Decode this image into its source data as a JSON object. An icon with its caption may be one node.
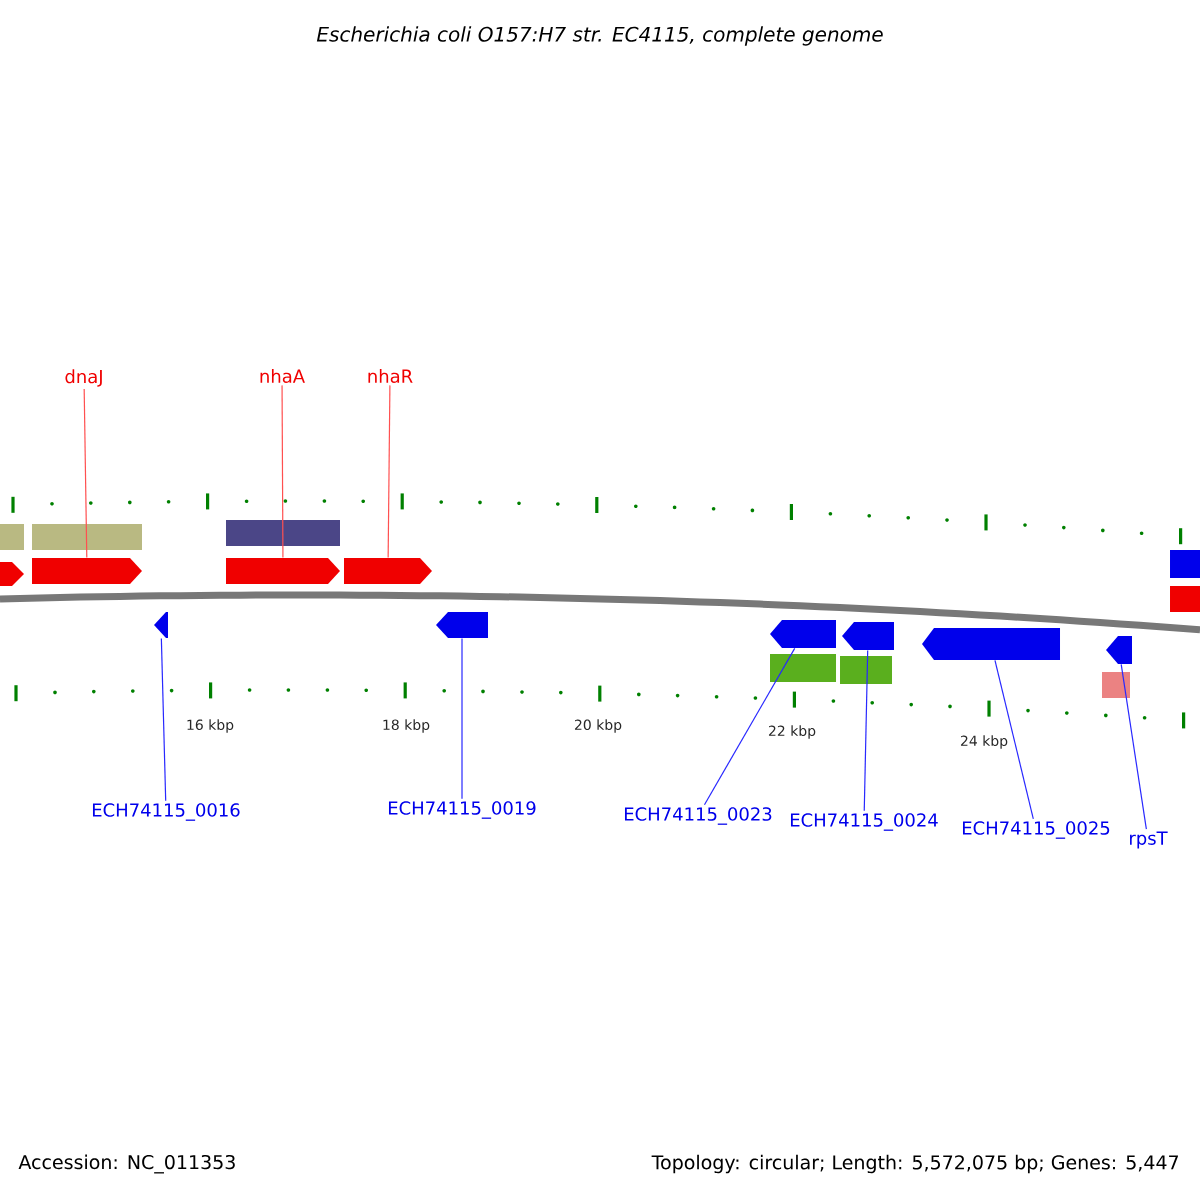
{
  "diagram": {
    "title": "Escherichia coli O157:H7 str. EC4115, complete genome",
    "nodes": [
      {
        "text": [
          "dnaJ"
        ]
      },
      {
        "text": [
          "nhaA"
        ]
      },
      {
        "text": [
          "nhaR"
        ]
      },
      {
        "text": [],
        "shape": "arrow"
      },
      {
        "text": [],
        "shape": "arrow"
      },
      {
        "text": [],
        "shape": "arrow"
      },
      {
        "text": [],
        "shape": "arrow"
      },
      {
        "text": [],
        "shape": "arrow"
      },
      {
        "text": [],
        "shape": "arrow"
      },
      {
        "text": [],
        "shape": "arrow"
      },
      {
        "text": [],
        "shape": "arrow"
      },
      {
        "text": [],
        "shape": "arrow"
      },
      {
        "text": [
          "ECH74115_0016"
        ]
      },
      {
        "text": [
          "ECH74115_0019"
        ]
      },
      {
        "text": [
          "ECH74115_0023"
        ]
      },
      {
        "text": [
          "ECH74115_0024"
        ]
      },
      {
        "text": [
          "ECH74115_0025"
        ]
      },
      {
        "text": [
          "rpsT"
        ]
      }
    ],
    "edges": [
      {
        "from": 0,
        "to": 3,
        "arrow": "none",
        "color": "#ff5050"
      },
      {
        "from": 1,
        "to": 4,
        "arrow": "none",
        "color": "#ff5050"
      },
      {
        "from": 2,
        "to": 5,
        "arrow": "none",
        "color": "#ff5050"
      },
      {
        "from": 12,
        "to": 6,
        "arrow": "none"
      },
      {
        "from": 13,
        "to": 7,
        "arrow": "none"
      },
      {
        "from": 14,
        "to": 8,
        "arrow": "none"
      },
      {
        "from": 15,
        "to": 9,
        "arrow": "none"
      },
      {
        "from": 16,
        "to": 10,
        "arrow": "none"
      },
      {
        "from": 17,
        "to": 11,
        "arrow": "none"
      }
    ],
    "labels": [
      "16 kbp",
      "18 kbp",
      "20 kbp",
      "22 kbp",
      "24 kbp",
      "Accession: NC_011353",
      "Topology: circular; Length: 5,572,075 bp; Genes: 5,447"
    ]
  }
}
